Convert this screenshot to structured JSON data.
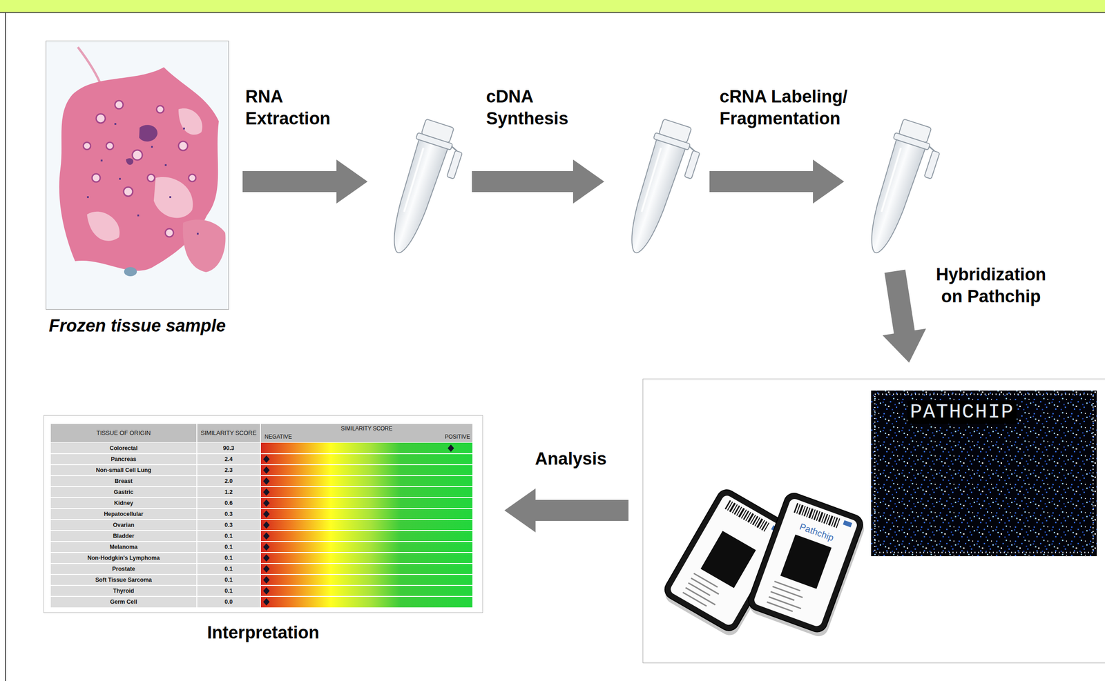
{
  "diagram": {
    "nodes": [
      {
        "text": [
          "Frozen tissue sample"
        ]
      },
      {
        "text": []
      },
      {
        "text": []
      },
      {
        "text": []
      },
      {
        "text": []
      },
      {
        "text": [
          "Interpretation"
        ]
      }
    ],
    "edges": [
      {
        "from": 0,
        "to": 1,
        "arrow": "to",
        "label": "RNA Extraction"
      },
      {
        "from": 1,
        "to": 2,
        "arrow": "to",
        "label": "cDNA Synthesis"
      },
      {
        "from": 2,
        "to": 3,
        "arrow": "to",
        "label": "cRNA Labeling/ Fragmentation"
      },
      {
        "from": 3,
        "to": 4,
        "arrow": "to",
        "label": "Hybridization on Pathchip"
      },
      {
        "from": 4,
        "to": 5,
        "arrow": "to",
        "label": "Analysis"
      }
    ],
    "labels": [
      "TISSUE OF ORIGIN",
      "SIMILARITY SCORE",
      "SIMILARITY SCORE",
      "NEGATIVE",
      "POSITIVE",
      "Colorectal",
      "90.3",
      "Pancreas",
      "2.4",
      "Non-small Cell Lung",
      "2.3",
      "Breast",
      "2.0",
      "Gastric",
      "1.2",
      "Kidney",
      "0.6",
      "Hepatocellular",
      "0.3",
      "Ovarian",
      "0.3",
      "Bladder",
      "0.1",
      "Melanoma",
      "0.1",
      "Non-Hodgkin's Lymphoma",
      "0.1",
      "Prostate",
      "0.1",
      "Soft Tissue Sarcoma",
      "0.1",
      "Thyroid",
      "0.1",
      "Germ Cell",
      "0.0",
      "PATHCHIP",
      "Pathchip"
    ]
  }
}
